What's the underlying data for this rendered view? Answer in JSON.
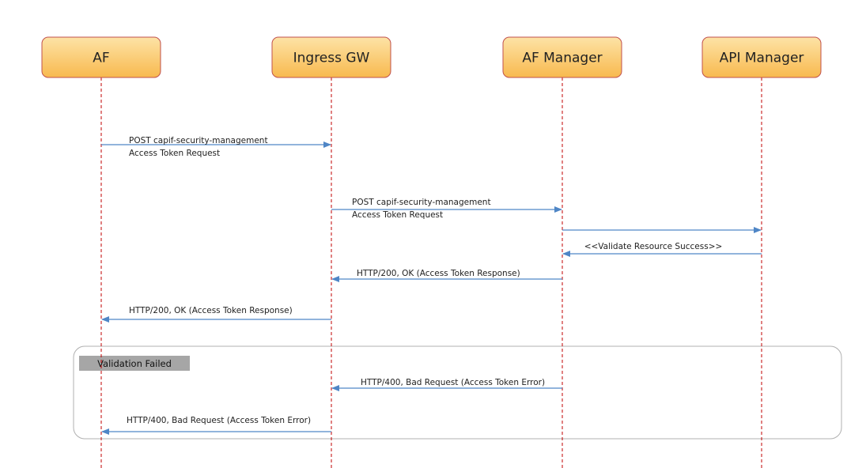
{
  "diagram": {
    "actors": [
      {
        "id": "af",
        "label": "AF"
      },
      {
        "id": "ingress",
        "label": "Ingress GW"
      },
      {
        "id": "afm",
        "label": "AF Manager"
      },
      {
        "id": "apim",
        "label": "API Manager"
      }
    ],
    "messages": [
      {
        "from": "af",
        "to": "ingress",
        "lines": [
          "POST capif-security-management",
          "Access Token Request"
        ]
      },
      {
        "from": "ingress",
        "to": "afm",
        "lines": [
          "POST capif-security-management",
          "Access Token Request"
        ]
      },
      {
        "from": "afm",
        "to": "apim",
        "lines": []
      },
      {
        "from": "apim",
        "to": "afm",
        "lines": [
          "<<Validate Resource Success>>"
        ]
      },
      {
        "from": "afm",
        "to": "ingress",
        "lines": [
          "HTTP/200, OK (Access Token Response)"
        ]
      },
      {
        "from": "ingress",
        "to": "af",
        "lines": [
          "HTTP/200, OK (Access Token Response)"
        ]
      },
      {
        "from": "afm",
        "to": "ingress",
        "lines": [
          "HTTP/400, Bad Request (Access Token Error)"
        ]
      },
      {
        "from": "ingress",
        "to": "af",
        "lines": [
          "HTTP/400, Bad Request (Access Token Error)"
        ]
      }
    ],
    "group": {
      "label": "Validation Failed"
    },
    "colors": {
      "actor_fill_top": "#fde3a6",
      "actor_fill_bottom": "#f8b94e",
      "actor_border": "#c0504d",
      "lifeline": "#c00000",
      "arrow": "#4f86c6",
      "group_label_bg": "#a6a6a6",
      "group_border": "#b0b0b0"
    }
  }
}
